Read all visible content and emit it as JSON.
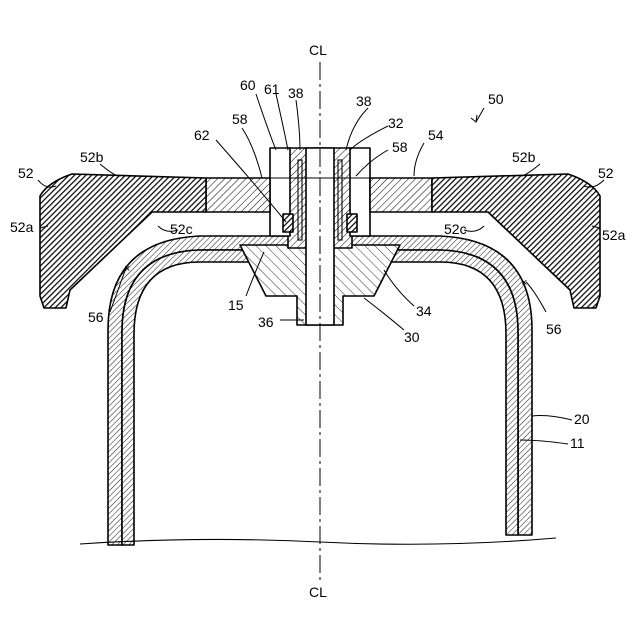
{
  "labels": {
    "cl_top": "CL",
    "cl_bottom": "CL",
    "l50": "50",
    "l52_left": "52",
    "l52_right": "52",
    "l52a_left": "52a",
    "l52a_right": "52a",
    "l52b_left": "52b",
    "l52b_right": "52b",
    "l52c_left": "52c",
    "l52c_right": "52c",
    "l54": "54",
    "l56_left": "56",
    "l56_right": "56",
    "l58_left": "58",
    "l58_right": "58",
    "l60": "60",
    "l61": "61",
    "l38_left": "38",
    "l38_right": "38",
    "l32": "32",
    "l62": "62",
    "l15": "15",
    "l36": "36",
    "l30": "30",
    "l34": "34",
    "l20": "20",
    "l11": "11"
  }
}
